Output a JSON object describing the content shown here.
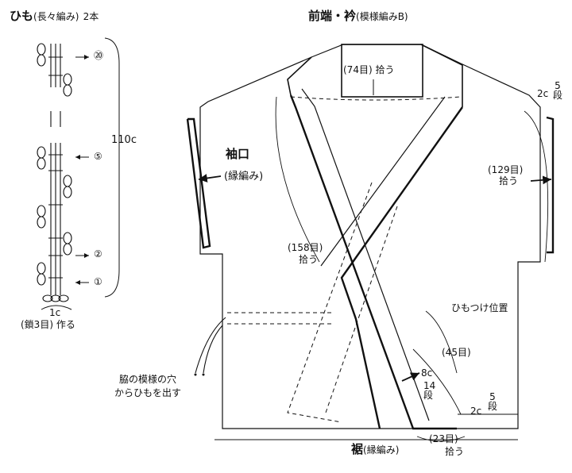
{
  "cord": {
    "title": "ひも",
    "stitch": "(長々編み)",
    "count": "2本",
    "rows": {
      "r20": "⑳",
      "r5": "⑤",
      "r2": "②",
      "r1": "①"
    },
    "length": "110c",
    "width": "1c",
    "chain": "(鎖3目) 作る"
  },
  "collar": {
    "title": "前端・衿",
    "stitch": "(模様編みB)",
    "pickup": "(74目) 拾う"
  },
  "cuff": {
    "title": "袖口",
    "stitch": "(縁編み)",
    "right_pickup": "(129目)",
    "right_pickup2": "拾う",
    "top_width": "2c",
    "top_rows": [
      "5",
      "段"
    ]
  },
  "front": {
    "pickup": "(158目)",
    "pickup2": "拾う",
    "tie_position": "ひもつけ位置",
    "stitches_45": "(45目)",
    "band_width": "8c",
    "band_rows": [
      "14",
      "段"
    ]
  },
  "side": {
    "hole_line1": "脇の模様の穴",
    "hole_line2": "からひもを出す"
  },
  "hem": {
    "title": "裾",
    "stitch": "(縁編み)",
    "width": "2c",
    "rows": [
      "5",
      "段"
    ],
    "pickup": "(23目)",
    "pickup2": "拾う"
  }
}
